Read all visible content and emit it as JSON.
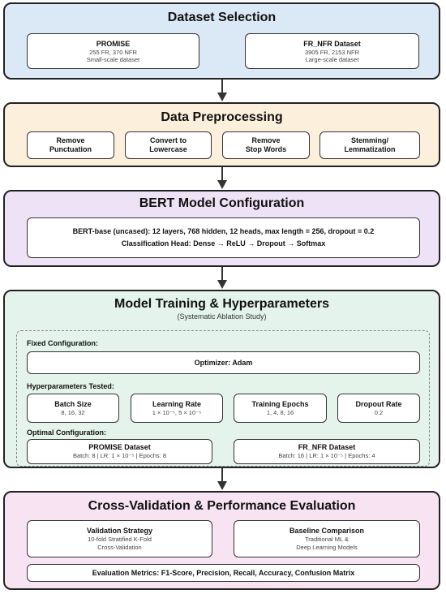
{
  "colors": {
    "panel1": "#dbe9f6",
    "panel2": "#fcefdc",
    "panel3": "#eee3f6",
    "panel4": "#e4f4ec",
    "panel5": "#f8e3f3"
  },
  "dataset": {
    "title": "Dataset Selection",
    "promise": {
      "name": "PROMISE",
      "counts": "255 FR, 370 NFR",
      "desc": "Small-scale dataset"
    },
    "frnfr": {
      "name": "FR_NFR Dataset",
      "counts": "3905 FR, 2153 NFR",
      "desc": "Large-scale dataset"
    }
  },
  "preprocessing": {
    "title": "Data Preprocessing",
    "steps": [
      {
        "line1": "Remove",
        "line2": "Punctuation"
      },
      {
        "line1": "Convert to",
        "line2": "Lowercase"
      },
      {
        "line1": "Remove",
        "line2": "Stop Words"
      },
      {
        "line1": "Stemming/",
        "line2": "Lemmatization"
      }
    ]
  },
  "bert": {
    "title": "BERT Model Configuration",
    "line1": "BERT-base (uncased): 12 layers, 768 hidden, 12 heads, max length = 256, dropout = 0.2",
    "line2": "Classification Head: Dense → ReLU → Dropout → Softmax"
  },
  "training": {
    "title": "Model Training & Hyperparameters",
    "subtitle": "(Systematic Ablation Study)",
    "fixed_label": "Fixed Configuration:",
    "optimizer": "Optimizer: Adam",
    "tested_label": "Hyperparameters Tested:",
    "params": [
      {
        "name": "Batch Size",
        "values": "8, 16, 32"
      },
      {
        "name": "Learning Rate",
        "values": "1 × 10⁻⁵, 5 × 10⁻⁵"
      },
      {
        "name": "Training Epochs",
        "values": "1, 4, 8, 16"
      },
      {
        "name": "Dropout Rate",
        "values": "0.2"
      }
    ],
    "optimal_label": "Optimal Configuration:",
    "optimal": [
      {
        "name": "PROMISE Dataset",
        "values": "Batch: 8 | LR: 1 × 10⁻⁵ | Epochs: 8"
      },
      {
        "name": "FR_NFR Dataset",
        "values": "Batch: 16 | LR: 1 × 10⁻⁵ | Epochs: 4"
      }
    ]
  },
  "evaluation": {
    "title": "Cross-Validation & Performance Evaluation",
    "validation": {
      "name": "Validation Strategy",
      "line1": "10-fold Stratified K-Fold",
      "line2": "Cross-Validation"
    },
    "baseline": {
      "name": "Baseline Comparison",
      "line1": "Traditional ML &",
      "line2": "Deep Learning Models"
    },
    "metrics": "Evaluation Metrics: F1-Score, Precision, Recall, Accuracy, Confusion Matrix"
  }
}
